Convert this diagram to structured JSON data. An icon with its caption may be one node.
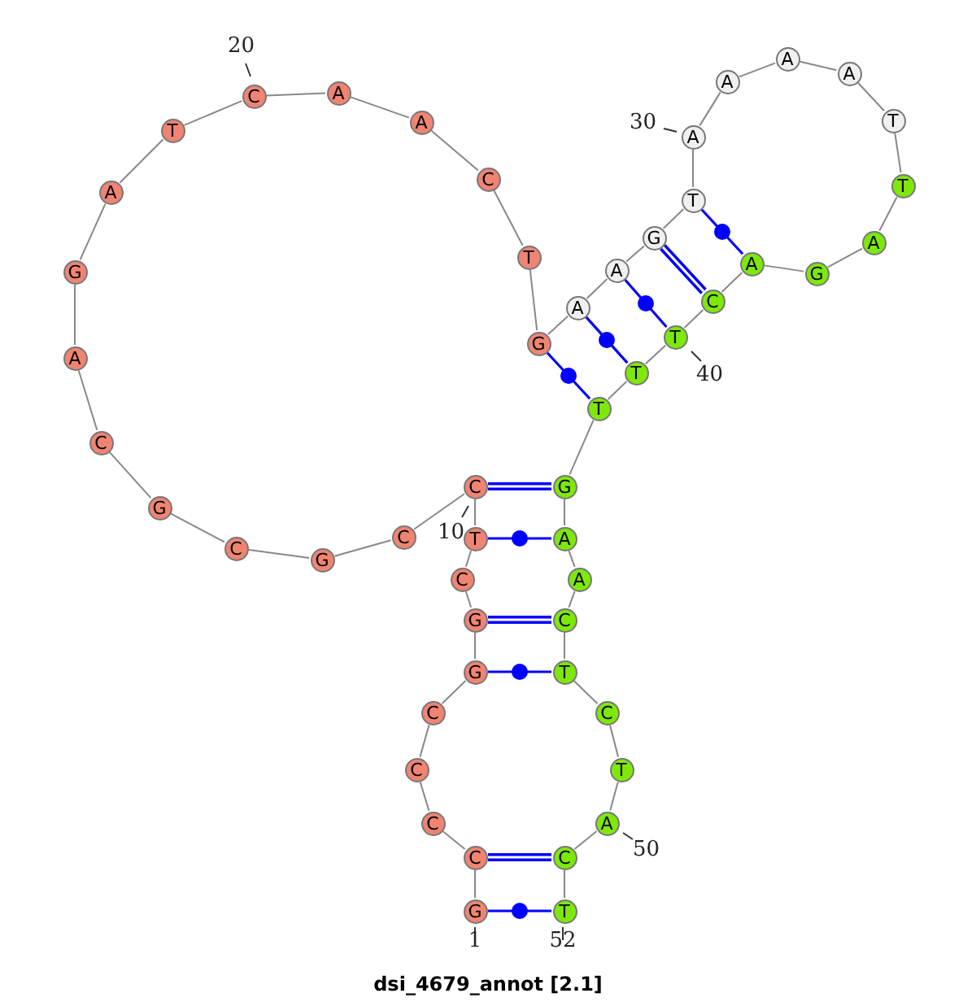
{
  "diagram": {
    "caption": "dsi_4679_annot [2.1]",
    "nodes": [
      {
        "text": [
          "G"
        ],
        "beside": [
          "1"
        ]
      },
      {
        "text": [
          "C"
        ]
      },
      {
        "text": [
          "C"
        ]
      },
      {
        "text": [
          "C"
        ]
      },
      {
        "text": [
          "C"
        ]
      },
      {
        "text": [
          "G"
        ]
      },
      {
        "text": [
          "G"
        ]
      },
      {
        "text": [
          "C"
        ]
      },
      {
        "text": [
          "T"
        ]
      },
      {
        "text": [
          "C"
        ]
      },
      {
        "text": [
          "C"
        ]
      },
      {
        "text": [
          "G"
        ]
      },
      {
        "text": [
          "C"
        ]
      },
      {
        "text": [
          "G"
        ]
      },
      {
        "text": [
          "C"
        ]
      },
      {
        "text": [
          "A"
        ]
      },
      {
        "text": [
          "G"
        ]
      },
      {
        "text": [
          "A"
        ]
      },
      {
        "text": [
          "T"
        ]
      },
      {
        "text": [
          "C"
        ],
        "beside": [
          "20"
        ]
      },
      {
        "text": [
          "A"
        ]
      },
      {
        "text": [
          "A"
        ]
      },
      {
        "text": [
          "C"
        ]
      },
      {
        "text": [
          "T"
        ]
      },
      {
        "text": [
          "G"
        ]
      },
      {
        "text": [
          "A"
        ]
      },
      {
        "text": [
          "A"
        ]
      },
      {
        "text": [
          "G"
        ]
      },
      {
        "text": [
          "T"
        ]
      },
      {
        "text": [
          "A"
        ],
        "beside": [
          "30"
        ]
      },
      {
        "text": [
          "A"
        ]
      },
      {
        "text": [
          "A"
        ]
      },
      {
        "text": [
          "A"
        ]
      },
      {
        "text": [
          "T"
        ]
      },
      {
        "text": [
          "T"
        ]
      },
      {
        "text": [
          "A"
        ]
      },
      {
        "text": [
          "G"
        ]
      },
      {
        "text": [
          "A"
        ]
      },
      {
        "text": [
          "C"
        ]
      },
      {
        "text": [
          "T"
        ],
        "beside": [
          "40"
        ]
      },
      {
        "text": [
          "T"
        ]
      },
      {
        "text": [
          "T"
        ]
      },
      {
        "text": [
          "G"
        ]
      },
      {
        "text": [
          "A"
        ]
      },
      {
        "text": [
          "A"
        ]
      },
      {
        "text": [
          "C"
        ]
      },
      {
        "text": [
          "T"
        ]
      },
      {
        "text": [
          "C"
        ]
      },
      {
        "text": [
          "T"
        ]
      },
      {
        "text": [
          "A"
        ],
        "beside": [
          "50"
        ]
      },
      {
        "text": [
          "C"
        ]
      },
      {
        "text": [
          "T"
        ],
        "beside": [
          "52"
        ]
      }
    ],
    "edges": [
      {
        "from": 0,
        "to": 1,
        "arrow": "none"
      },
      {
        "from": 1,
        "to": 2,
        "arrow": "none"
      },
      {
        "from": 2,
        "to": 3,
        "arrow": "none"
      },
      {
        "from": 3,
        "to": 4,
        "arrow": "none"
      },
      {
        "from": 4,
        "to": 5,
        "arrow": "none"
      },
      {
        "from": 5,
        "to": 6,
        "arrow": "none"
      },
      {
        "from": 6,
        "to": 7,
        "arrow": "none"
      },
      {
        "from": 7,
        "to": 8,
        "arrow": "none"
      },
      {
        "from": 8,
        "to": 9,
        "arrow": "none"
      },
      {
        "from": 9,
        "to": 10,
        "arrow": "none"
      },
      {
        "from": 10,
        "to": 11,
        "arrow": "none"
      },
      {
        "from": 11,
        "to": 12,
        "arrow": "none"
      },
      {
        "from": 12,
        "to": 13,
        "arrow": "none"
      },
      {
        "from": 13,
        "to": 14,
        "arrow": "none"
      },
      {
        "from": 14,
        "to": 15,
        "arrow": "none"
      },
      {
        "from": 15,
        "to": 16,
        "arrow": "none"
      },
      {
        "from": 16,
        "to": 17,
        "arrow": "none"
      },
      {
        "from": 17,
        "to": 18,
        "arrow": "none"
      },
      {
        "from": 18,
        "to": 19,
        "arrow": "none"
      },
      {
        "from": 19,
        "to": 20,
        "arrow": "none"
      },
      {
        "from": 20,
        "to": 21,
        "arrow": "none"
      },
      {
        "from": 21,
        "to": 22,
        "arrow": "none"
      },
      {
        "from": 22,
        "to": 23,
        "arrow": "none"
      },
      {
        "from": 23,
        "to": 24,
        "arrow": "none"
      },
      {
        "from": 24,
        "to": 25,
        "arrow": "none"
      },
      {
        "from": 25,
        "to": 26,
        "arrow": "none"
      },
      {
        "from": 26,
        "to": 27,
        "arrow": "none"
      },
      {
        "from": 27,
        "to": 28,
        "arrow": "none"
      },
      {
        "from": 28,
        "to": 29,
        "arrow": "none"
      },
      {
        "from": 29,
        "to": 30,
        "arrow": "none"
      },
      {
        "from": 30,
        "to": 31,
        "arrow": "none"
      },
      {
        "from": 31,
        "to": 32,
        "arrow": "none"
      },
      {
        "from": 32,
        "to": 33,
        "arrow": "none"
      },
      {
        "from": 33,
        "to": 34,
        "arrow": "none"
      },
      {
        "from": 34,
        "to": 35,
        "arrow": "none"
      },
      {
        "from": 35,
        "to": 36,
        "arrow": "none"
      },
      {
        "from": 36,
        "to": 37,
        "arrow": "none"
      },
      {
        "from": 37,
        "to": 38,
        "arrow": "none"
      },
      {
        "from": 38,
        "to": 39,
        "arrow": "none"
      },
      {
        "from": 39,
        "to": 40,
        "arrow": "none"
      },
      {
        "from": 40,
        "to": 41,
        "arrow": "none"
      },
      {
        "from": 41,
        "to": 42,
        "arrow": "none"
      },
      {
        "from": 42,
        "to": 43,
        "arrow": "none"
      },
      {
        "from": 43,
        "to": 44,
        "arrow": "none"
      },
      {
        "from": 44,
        "to": 45,
        "arrow": "none"
      },
      {
        "from": 45,
        "to": 46,
        "arrow": "none"
      },
      {
        "from": 46,
        "to": 47,
        "arrow": "none"
      },
      {
        "from": 47,
        "to": 48,
        "arrow": "none"
      },
      {
        "from": 48,
        "to": 49,
        "arrow": "none"
      },
      {
        "from": 49,
        "to": 50,
        "arrow": "none"
      },
      {
        "from": 50,
        "to": 51,
        "arrow": "none"
      },
      {
        "from": 0,
        "to": 51,
        "arrow": "none",
        "color": "#0000ff"
      },
      {
        "from": 1,
        "to": 50,
        "arrow": "none",
        "color": "#0000ff",
        "style": "thick"
      },
      {
        "from": 5,
        "to": 46,
        "arrow": "none",
        "color": "#0000ff"
      },
      {
        "from": 6,
        "to": 45,
        "arrow": "none",
        "color": "#0000ff",
        "style": "thick"
      },
      {
        "from": 8,
        "to": 43,
        "arrow": "none",
        "color": "#0000ff"
      },
      {
        "from": 9,
        "to": 42,
        "arrow": "none",
        "color": "#0000ff",
        "style": "thick"
      },
      {
        "from": 24,
        "to": 41,
        "arrow": "none",
        "color": "#0000ff"
      },
      {
        "from": 25,
        "to": 40,
        "arrow": "none",
        "color": "#0000ff"
      },
      {
        "from": 26,
        "to": 39,
        "arrow": "none",
        "color": "#0000ff"
      },
      {
        "from": 27,
        "to": 38,
        "arrow": "none",
        "color": "#0000ff",
        "style": "thick"
      },
      {
        "from": 28,
        "to": 37,
        "arrow": "none",
        "color": "#0000ff"
      }
    ],
    "labels": [
      "10"
    ]
  }
}
